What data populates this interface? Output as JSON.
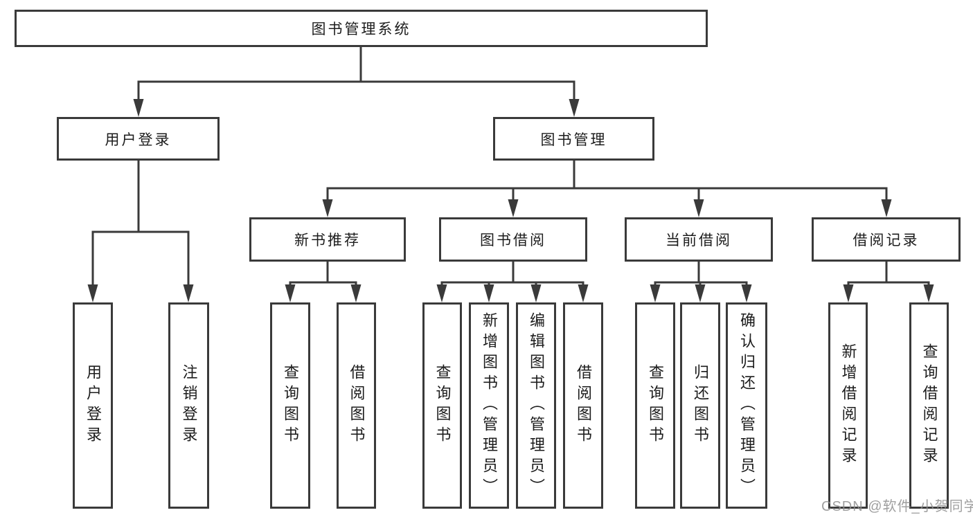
{
  "tree": {
    "label": "图书管理系统",
    "children": [
      {
        "label": "用户登录",
        "children": [
          {
            "label": "用户登录"
          },
          {
            "label": "注销登录"
          }
        ]
      },
      {
        "label": "图书管理",
        "children": [
          {
            "label": "新书推荐",
            "children": [
              {
                "label": "查询图书"
              },
              {
                "label": "借阅图书"
              }
            ]
          },
          {
            "label": "图书借阅",
            "children": [
              {
                "label": "查询图书"
              },
              {
                "label": "新增图书（管理员）"
              },
              {
                "label": "编辑图书（管理员）"
              },
              {
                "label": "借阅图书"
              }
            ]
          },
          {
            "label": "当前借阅",
            "children": [
              {
                "label": "查询图书"
              },
              {
                "label": "归还图书"
              },
              {
                "label": "确认归还（管理员）"
              }
            ]
          },
          {
            "label": "借阅记录",
            "children": [
              {
                "label": "新增借阅记录"
              },
              {
                "label": "查询借阅记录"
              }
            ]
          }
        ]
      }
    ]
  },
  "watermark": {
    "text": "CSDN @软件_小贺同学"
  },
  "colors": {
    "line": "#3a3a3a",
    "box_border": "#3a3a3a",
    "text": "#1c1c1c",
    "background": "#ffffff",
    "watermark": "#8f8f8f"
  }
}
